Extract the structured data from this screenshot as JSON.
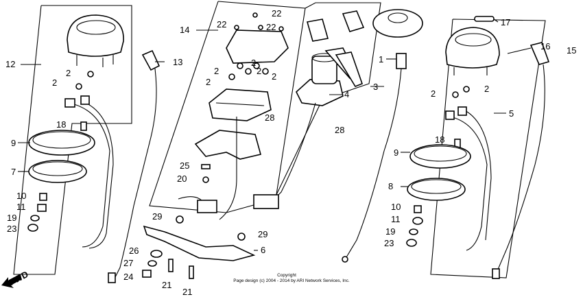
{
  "callouts": {
    "c1": "1",
    "c2a": "2",
    "c2b": "2",
    "c2c": "2",
    "c2d": "2",
    "c2e": "2",
    "c2f": "2",
    "c2g": "2",
    "c2h": "2",
    "c3": "3",
    "c4": "4",
    "c5": "5",
    "c6": "6",
    "c7": "7",
    "c8": "8",
    "c9a": "9",
    "c9b": "9",
    "c10a": "10",
    "c10b": "10",
    "c11a": "11",
    "c11b": "11",
    "c12": "12",
    "c13": "13",
    "c14": "14",
    "c15": "15",
    "c16": "16",
    "c17": "17",
    "c18a": "18",
    "c18b": "18",
    "c19a": "19",
    "c19b": "19",
    "c20": "20",
    "c21a": "21",
    "c21b": "21",
    "c22a": "22",
    "c22b": "22",
    "c22c": "22",
    "c23a": "23",
    "c23b": "23",
    "c24": "24",
    "c25": "25",
    "c26": "26",
    "c27": "27",
    "c28a": "28",
    "c28b": "28",
    "c29a": "29",
    "c29b": "29"
  },
  "direction_label": "FWD",
  "copyright": {
    "line1": "Copyright",
    "line2": "Page design (c) 2004 - 2014 by ARI Network Services, Inc."
  }
}
